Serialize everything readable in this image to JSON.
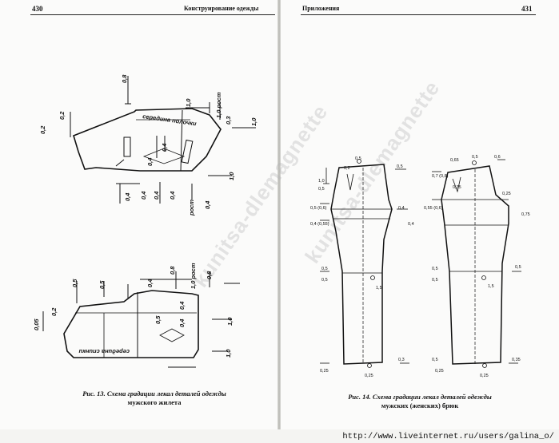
{
  "left_page": {
    "page_number": "430",
    "running_title": "Конструирование одежды",
    "caption_title": "Рис. 13. Схема градации лекал деталей одежды",
    "caption_sub": "мужского жилета",
    "label_serediny_polochki": "середина полочки",
    "label_serediny_spinki": "середина спинки",
    "label_serediny_spinki2": "спинки"
  },
  "right_page": {
    "page_number": "431",
    "running_title": "Приложения",
    "caption_title": "Рис. 14. Схема градации лекал деталей одежды",
    "caption_sub": "мужских (женских) брюк"
  },
  "watermark": "kunitsa-dlemagnette",
  "footer": {
    "url": "http://www.liveinternet.ru/users/galina_o/"
  },
  "vest_front_labels": [
    "0,8",
    "1,0",
    "1,0 рост",
    "0,2",
    "0,2",
    "1,0",
    "0,4",
    "0,4",
    "0,4",
    "0,4",
    "1,0",
    "0,4",
    "рост",
    "0,4",
    "0,4",
    "0,3"
  ],
  "vest_back_labels": [
    "0,5",
    "0,5",
    "0,4",
    "0,8",
    "1,0 рост",
    "0,8",
    "0,05",
    "0,2",
    "0,4",
    "0,5",
    "1,0",
    "1,0",
    "0,4"
  ],
  "trouser_labels_left": [
    "0,2",
    "0,5",
    "0,5",
    "1,0",
    "0,5",
    "0,5 (0,6)",
    "0,4",
    "0,4 (0,55)",
    "0,4",
    "0,5",
    "0,5",
    "1,5",
    "0,25",
    "0,3",
    "0,25"
  ],
  "trouser_labels_right": [
    "0,65",
    "0,5",
    "0,6",
    "0,7 (0,8)",
    "0,35",
    "0,25",
    "0,55 (0,6)",
    "0,75",
    "0,5",
    "0,5",
    "0,5",
    "1,5",
    "0,5",
    "0,35",
    "0,25",
    "0,25"
  ]
}
